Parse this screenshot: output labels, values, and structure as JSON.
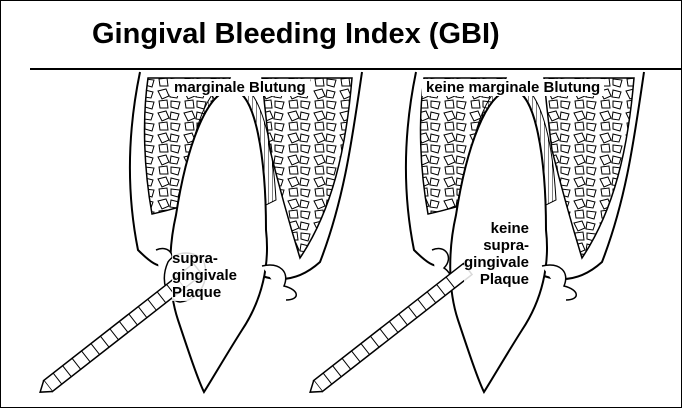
{
  "title": "Gingival Bleeding Index (GBI)",
  "panels": [
    {
      "top_label": "marginale Blutung",
      "plaque_lines": [
        "supra-",
        "gingivale",
        "Plaque"
      ]
    },
    {
      "top_label": "keine marginale Blutung",
      "plaque_lines": [
        "keine",
        "supra-",
        "gingivale",
        "Plaque"
      ]
    }
  ]
}
